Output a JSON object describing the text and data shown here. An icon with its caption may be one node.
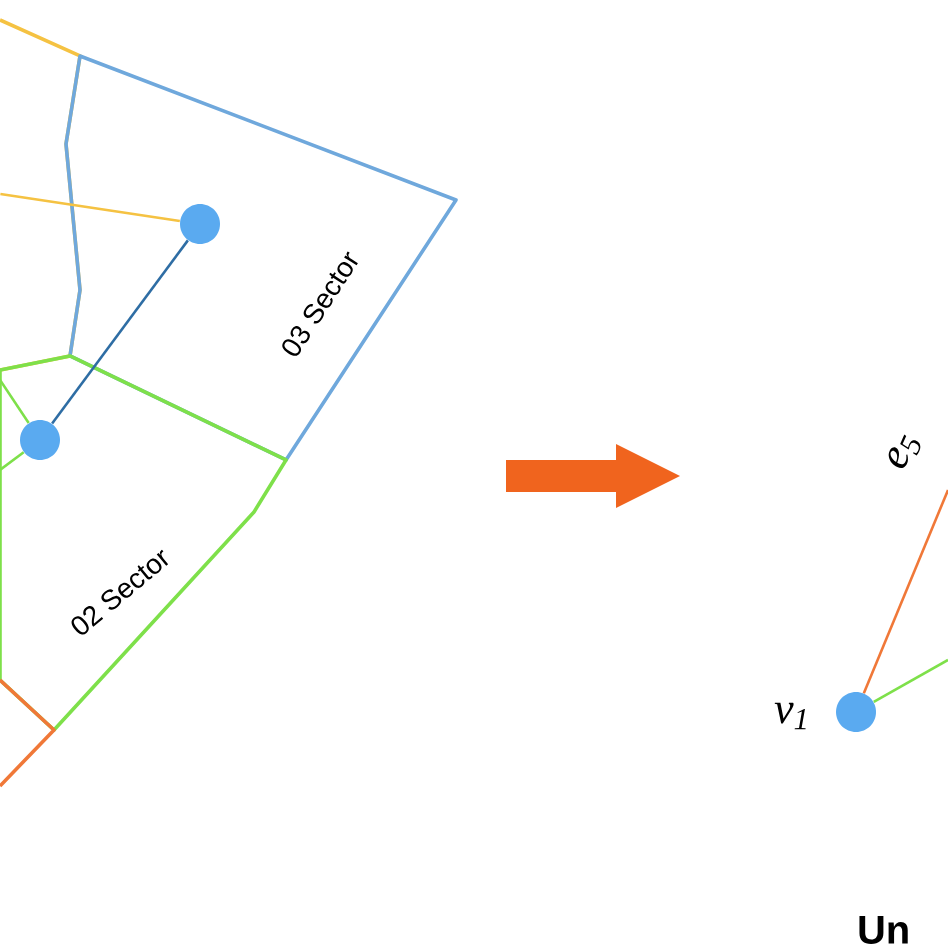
{
  "diagram": {
    "nodes": [
      {
        "text": [],
        "shape": "polygon"
      },
      {
        "text": [
          "03 Sector"
        ]
      },
      {
        "text": [
          "02 Sector"
        ]
      },
      {
        "text": [],
        "shape": "polygon"
      },
      {
        "text": [],
        "shape": "circle",
        "in": 1
      },
      {
        "text": [],
        "shape": "circle",
        "in": 2
      },
      {
        "text": [],
        "shape": "circle",
        "beside": [
          "v$_{1}$"
        ]
      }
    ],
    "edges": [
      {
        "from": 0,
        "to": 4,
        "arrow": "none",
        "color": "#f5c242"
      },
      {
        "from": 4,
        "to": 5,
        "arrow": "none",
        "color": "#2e6da4"
      },
      {
        "from": 5,
        "to": null,
        "arrow": "none",
        "color": "#7ee04a"
      },
      {
        "from": 5,
        "to": null,
        "arrow": "none",
        "color": "#7ee04a"
      },
      {
        "from": 6,
        "to": null,
        "arrow": "none",
        "label": "e$_{5}$",
        "color": "#f07838"
      },
      {
        "from": 6,
        "to": null,
        "arrow": "none",
        "color": "#7ee04a"
      }
    ],
    "labels": [
      "Un"
    ]
  }
}
